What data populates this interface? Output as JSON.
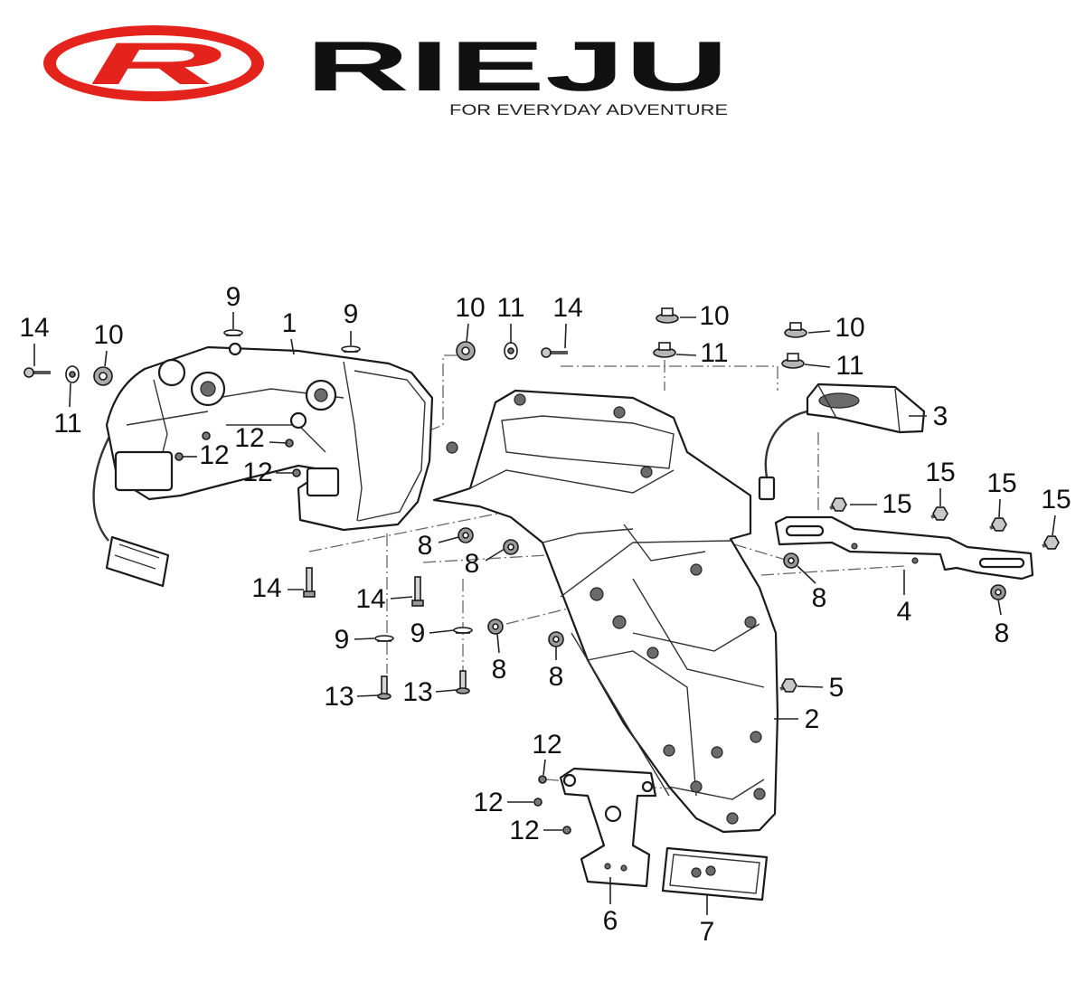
{
  "logo": {
    "emblem_letter": "R",
    "brand": "RIEJU",
    "tagline": "FOR EVERYDAY ADVENTURE",
    "brand_color": "#e3231c"
  },
  "callouts": [
    "14",
    "10",
    "11",
    "9",
    "1",
    "9",
    "12",
    "12",
    "12",
    "10",
    "11",
    "14",
    "10",
    "11",
    "10",
    "11",
    "3",
    "15",
    "15",
    "15",
    "15",
    "4",
    "8",
    "8",
    "14",
    "8",
    "8",
    "14",
    "9",
    "9",
    "8",
    "8",
    "13",
    "13",
    "5",
    "2",
    "12",
    "12",
    "12",
    "6",
    "7"
  ]
}
